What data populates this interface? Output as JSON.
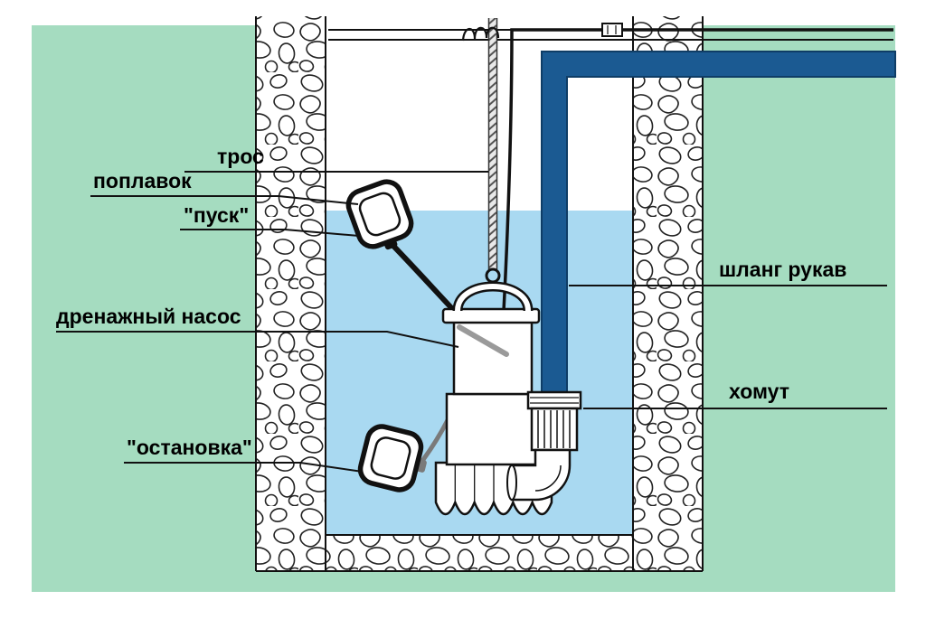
{
  "diagram": {
    "labels": {
      "rope": "трос",
      "float": "поплавок",
      "start": "\"пуск\"",
      "pump": "дренажный насос",
      "stop": "\"остановка\"",
      "hose": "шланг рукав",
      "clamp": "хомут"
    },
    "colors": {
      "background": "#a5dcc0",
      "water": "#a9d9f1",
      "hose": "#1b5a92",
      "outline": "#111111"
    }
  }
}
